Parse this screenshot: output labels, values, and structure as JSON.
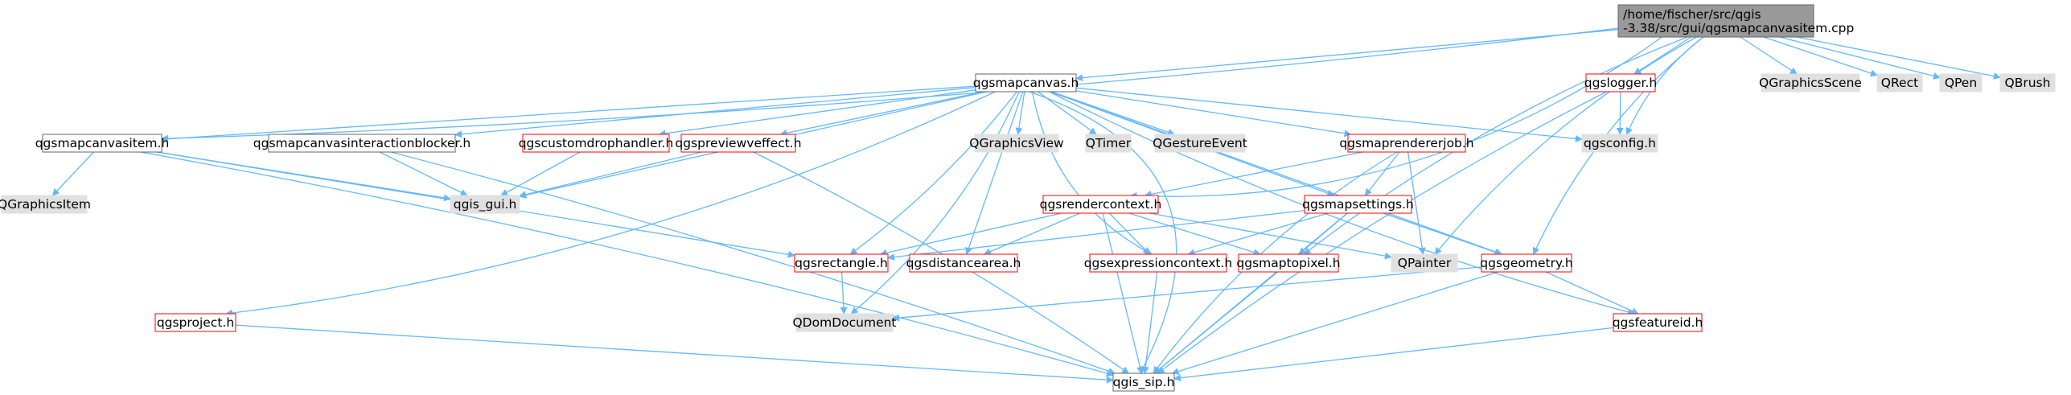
{
  "colors": {
    "edge": "#63b8ff",
    "root_fill": "#999999",
    "root_border": "#666666",
    "box_border_black": "#666666",
    "box_border_red": "#ff0000",
    "box_fill_gray": "#e0e0e0",
    "box_fill_white": "#ffffff"
  },
  "root": {
    "label_line1": "/home/fischer/src/qgis",
    "label_line2": "-3.38/src/gui/qgsmapcanvasitem.cpp"
  },
  "nodes": {
    "qgsmapcanvas_h": "qgsmapcanvas.h",
    "qgslogger_h": "qgslogger.h",
    "qgraphicsscene": "QGraphicsScene",
    "qrect": "QRect",
    "qpen": "QPen",
    "qbrush": "QBrush",
    "qgsmapcanvasitem_h": "qgsmapcanvasitem.h",
    "qgsmapcanvasinteractionblocker_h": "qgsmapcanvasinteractionblocker.h",
    "qgscustomdrophandler_h": "qgscustomdrophandler.h",
    "qgspreviewe ffect_h": "",
    "qgspreviewveffect_h": "qgspreviewveffect.h",
    "qgraphicsview": "QGraphicsView",
    "qtimer": "QTimer",
    "qgestureevent": "QGestureEvent",
    "qgsmaprendererjob_h": "qgsmaprendererjob.h",
    "qgsconfig_h": "qgsconfig.h",
    "qgraphicsitem": "QGraphicsItem",
    "qgis_gui_h": "qgis_gui.h",
    "qgsrendercontext_h": "qgsrendercontext.h",
    "qgsmapsettings_h": "qgsmapsettings.h",
    "qgsrectangle_h": "qgsrectangle.h",
    "qgsdistancearea_h": "qgsdistancearea.h",
    "qgsexpressioncontext_h": "qgsexpressioncontext.h",
    "qgsmaptopixel_h": "qgsmaptopixel.h",
    "qpainter": "QPainter",
    "qgsgeometry_h": "qgsgeometry.h",
    "qgsproject_h": "qgsproject.h",
    "qdomdocument": "QDomDocument",
    "qgsfeatureid_h": "qgsfeatureid.h",
    "qgis_sip_h": "qgis_sip.h"
  }
}
